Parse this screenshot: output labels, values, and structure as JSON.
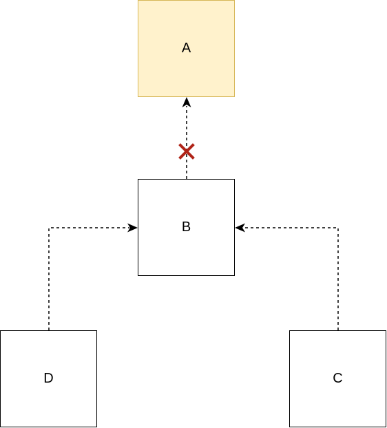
{
  "nodes": {
    "a": {
      "label": "A",
      "fill": "#fff2cc",
      "stroke": "#d6b656"
    },
    "b": {
      "label": "B",
      "fill": "#ffffff",
      "stroke": "#000000"
    },
    "c": {
      "label": "C",
      "fill": "#ffffff",
      "stroke": "#000000"
    },
    "d": {
      "label": "D",
      "fill": "#ffffff",
      "stroke": "#000000"
    }
  },
  "edges": [
    {
      "from": "B",
      "to": "A",
      "style": "dashed",
      "blocked": true,
      "marker_color": "#b02418"
    },
    {
      "from": "D",
      "to": "B",
      "style": "dashed",
      "blocked": false
    },
    {
      "from": "C",
      "to": "B",
      "style": "dashed",
      "blocked": false
    }
  ]
}
